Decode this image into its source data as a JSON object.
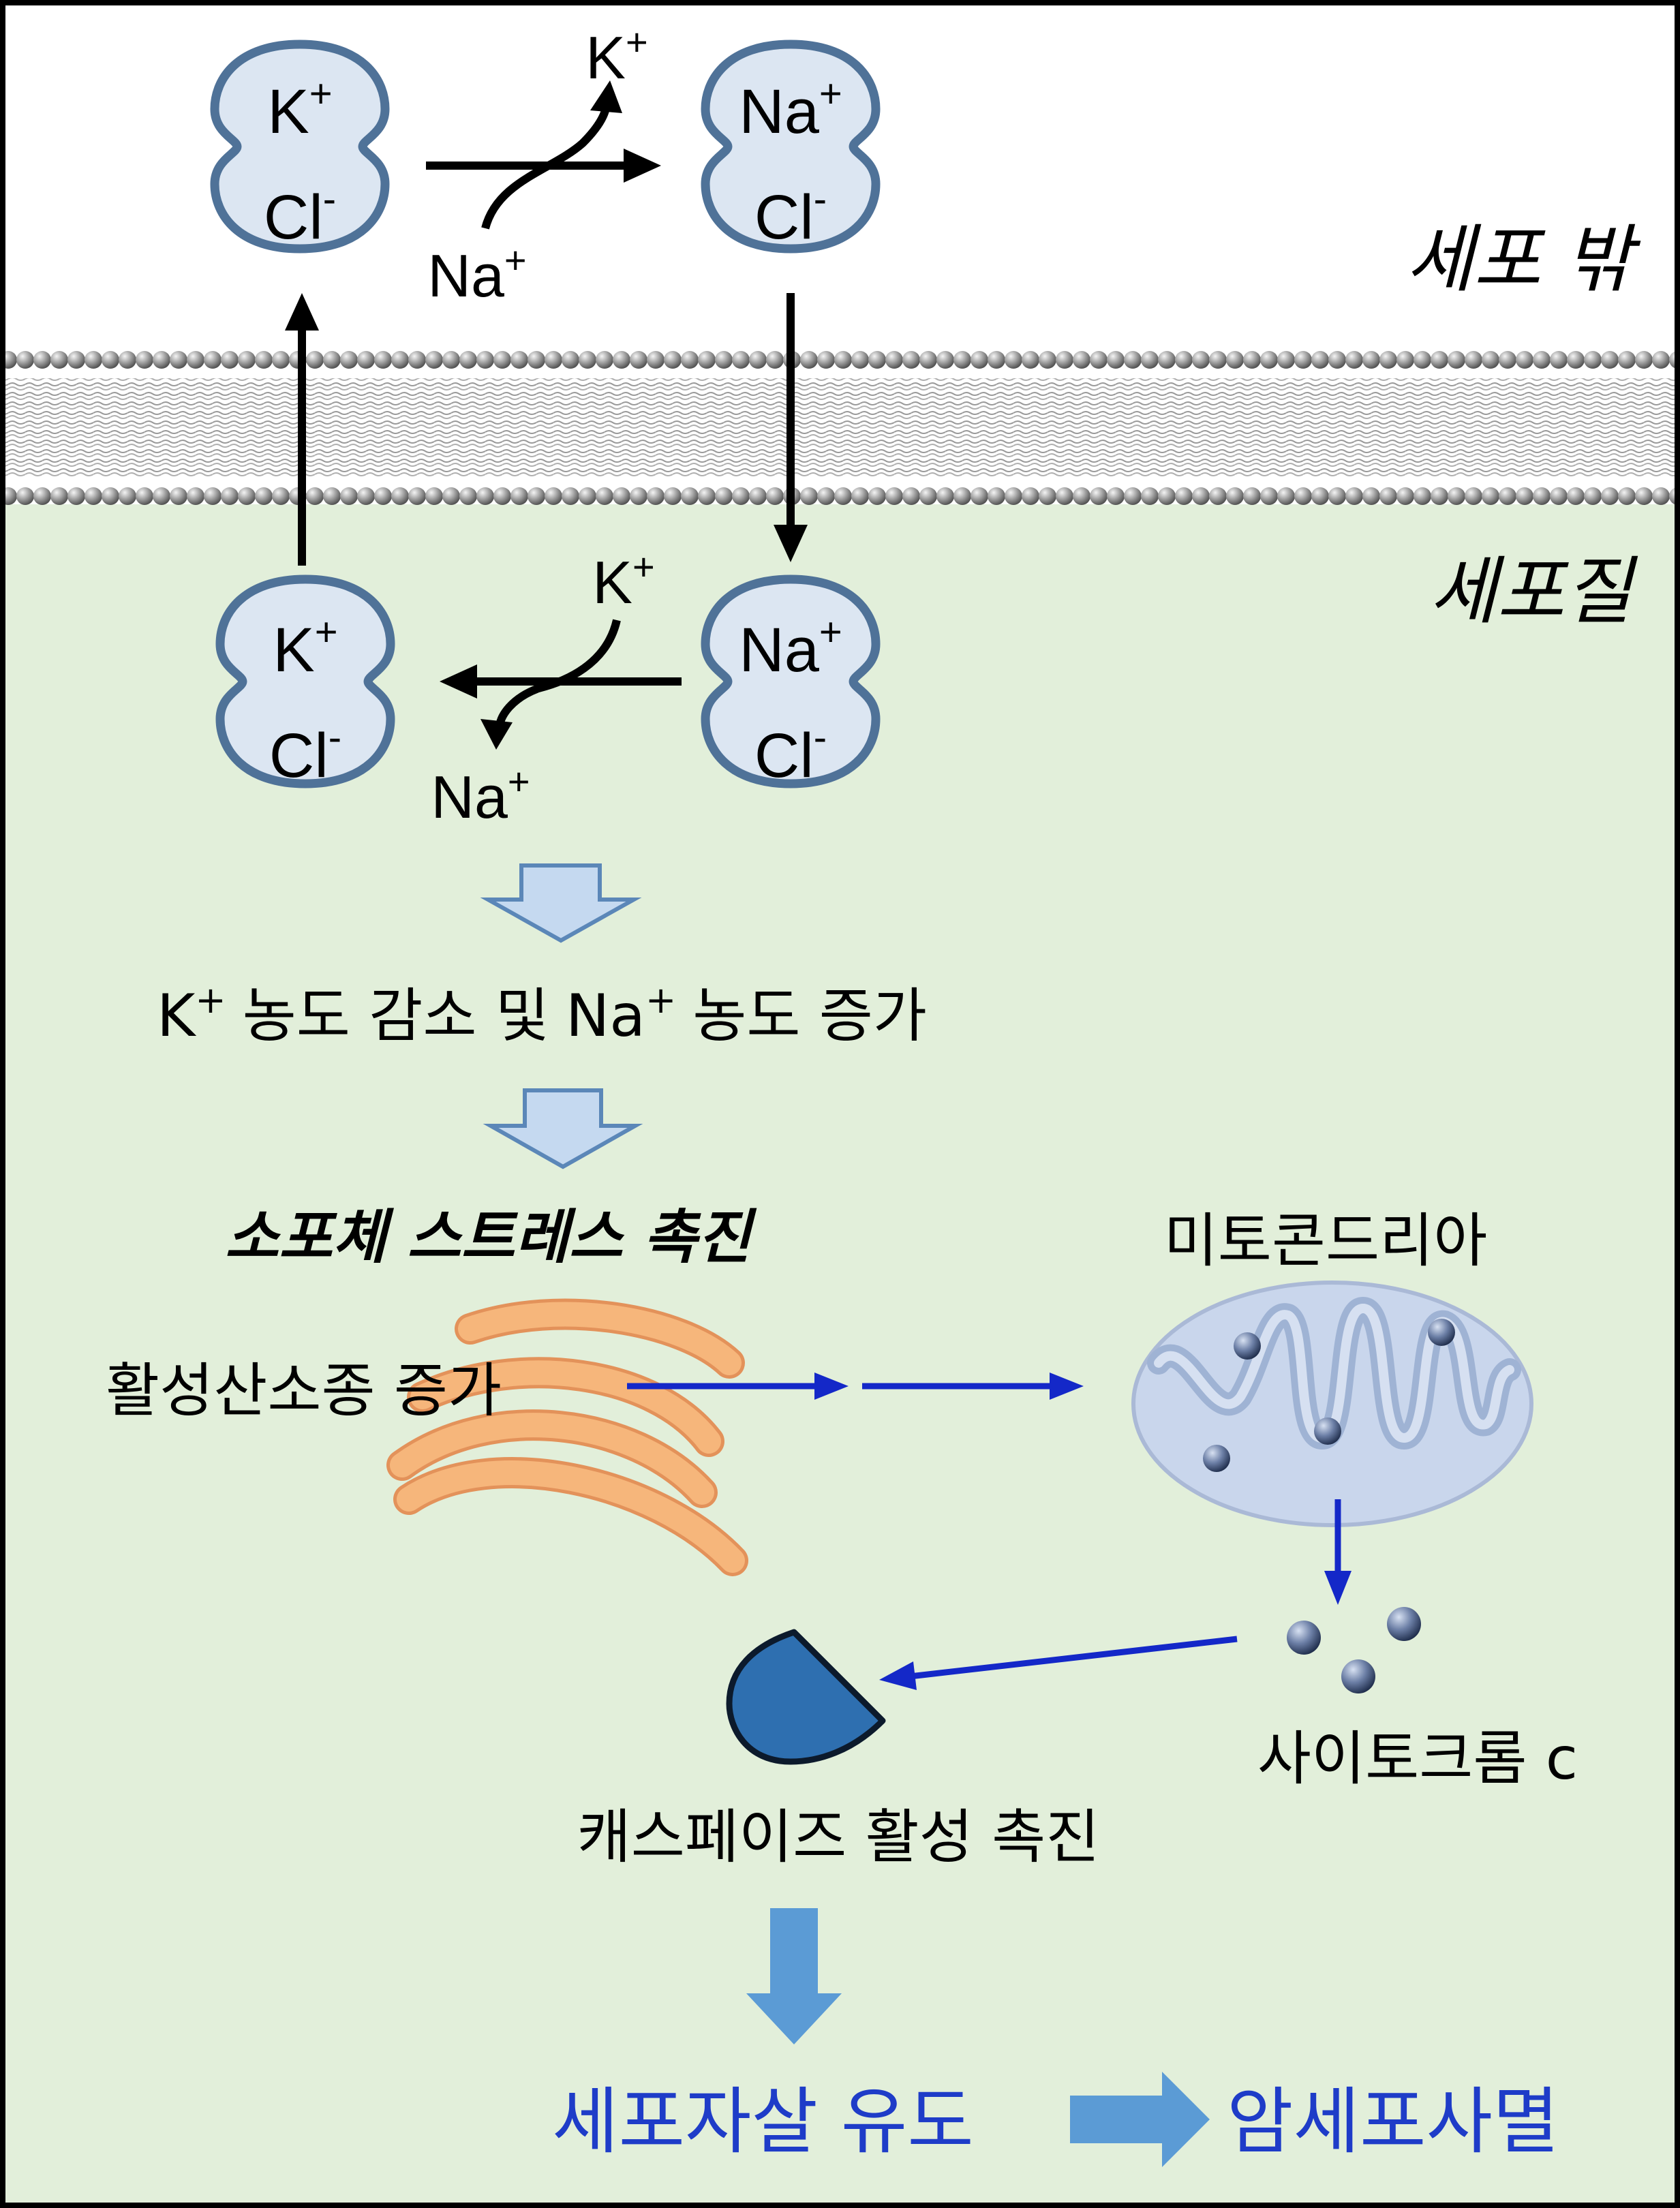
{
  "regions": {
    "outside": "세포 밖",
    "cytoplasm": "세포질"
  },
  "carriers": {
    "top_left": {
      "cation": "K",
      "cation_charge": "+",
      "anion": "Cl",
      "anion_charge": "-"
    },
    "top_right": {
      "cation": "Na",
      "cation_charge": "+",
      "anion": "Cl",
      "anion_charge": "-"
    },
    "bottom_left": {
      "cation": "K",
      "cation_charge": "+",
      "anion": "Cl",
      "anion_charge": "-"
    },
    "bottom_right": {
      "cation": "Na",
      "cation_charge": "+",
      "anion": "Cl",
      "anion_charge": "-"
    }
  },
  "exchange_top": {
    "released": {
      "ion": "K",
      "charge": "+"
    },
    "taken": {
      "ion": "Na",
      "charge": "+"
    }
  },
  "exchange_bottom": {
    "released": {
      "ion": "K",
      "charge": "+"
    },
    "taken": {
      "ion": "Na",
      "charge": "+"
    }
  },
  "step1": {
    "k": "K",
    "k_charge": "+",
    "text_a": "농도 감소 및",
    "na": "Na",
    "na_charge": "+",
    "text_b": "농도 증가"
  },
  "step2": "소포체 스트레스 촉진",
  "ros": "활성산소종 증가",
  "mitochondria": "미토콘드리아",
  "cytochrome": "사이토크롬 c",
  "caspase": "캐스페이즈 활성 촉진",
  "outcome": {
    "apoptosis": "세포자살 유도",
    "death": "암세포사멸"
  },
  "colors": {
    "membrane_ball": "#8c8c8c",
    "carrier_fill": "#dce6f2",
    "carrier_stroke": "#4f7298",
    "cytoplasm_bg": "#e2efda",
    "hollow_arrow_fill": "#c5d9f0",
    "hollow_arrow_stroke": "#5b87b8",
    "blue_arrow": "#1428c8",
    "result_arrow": "#5b9bd5",
    "er": "#f6b67b",
    "mitochondria_fill": "#c9d6ec",
    "caspase_fill": "#2e6fb0",
    "outcome_text": "#1e3cc8"
  }
}
